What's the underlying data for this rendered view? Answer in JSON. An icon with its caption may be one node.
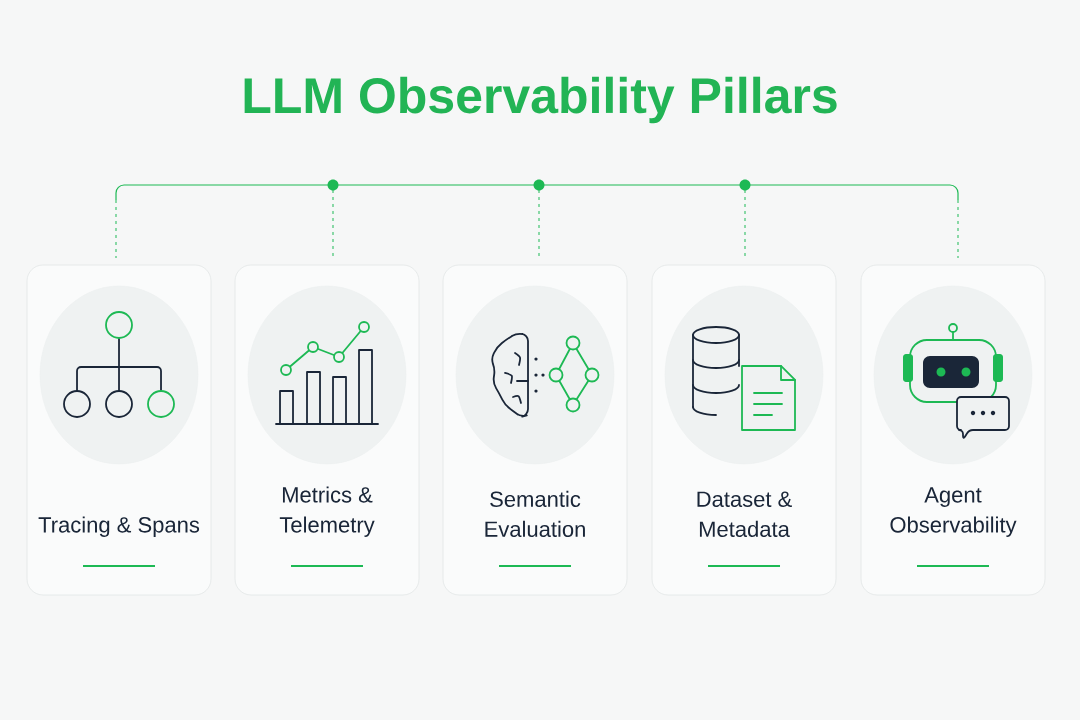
{
  "diagram": {
    "title": "LLM Observability Pillars",
    "nodes": [
      {
        "text": [
          "Tracing & Spans"
        ]
      },
      {
        "text": [
          "Metrics & Telemetry"
        ]
      },
      {
        "text": [
          "Semantic Evaluation"
        ]
      },
      {
        "text": [
          "Dataset & Metadata"
        ]
      },
      {
        "text": [
          "Agent Observability"
        ]
      }
    ]
  }
}
